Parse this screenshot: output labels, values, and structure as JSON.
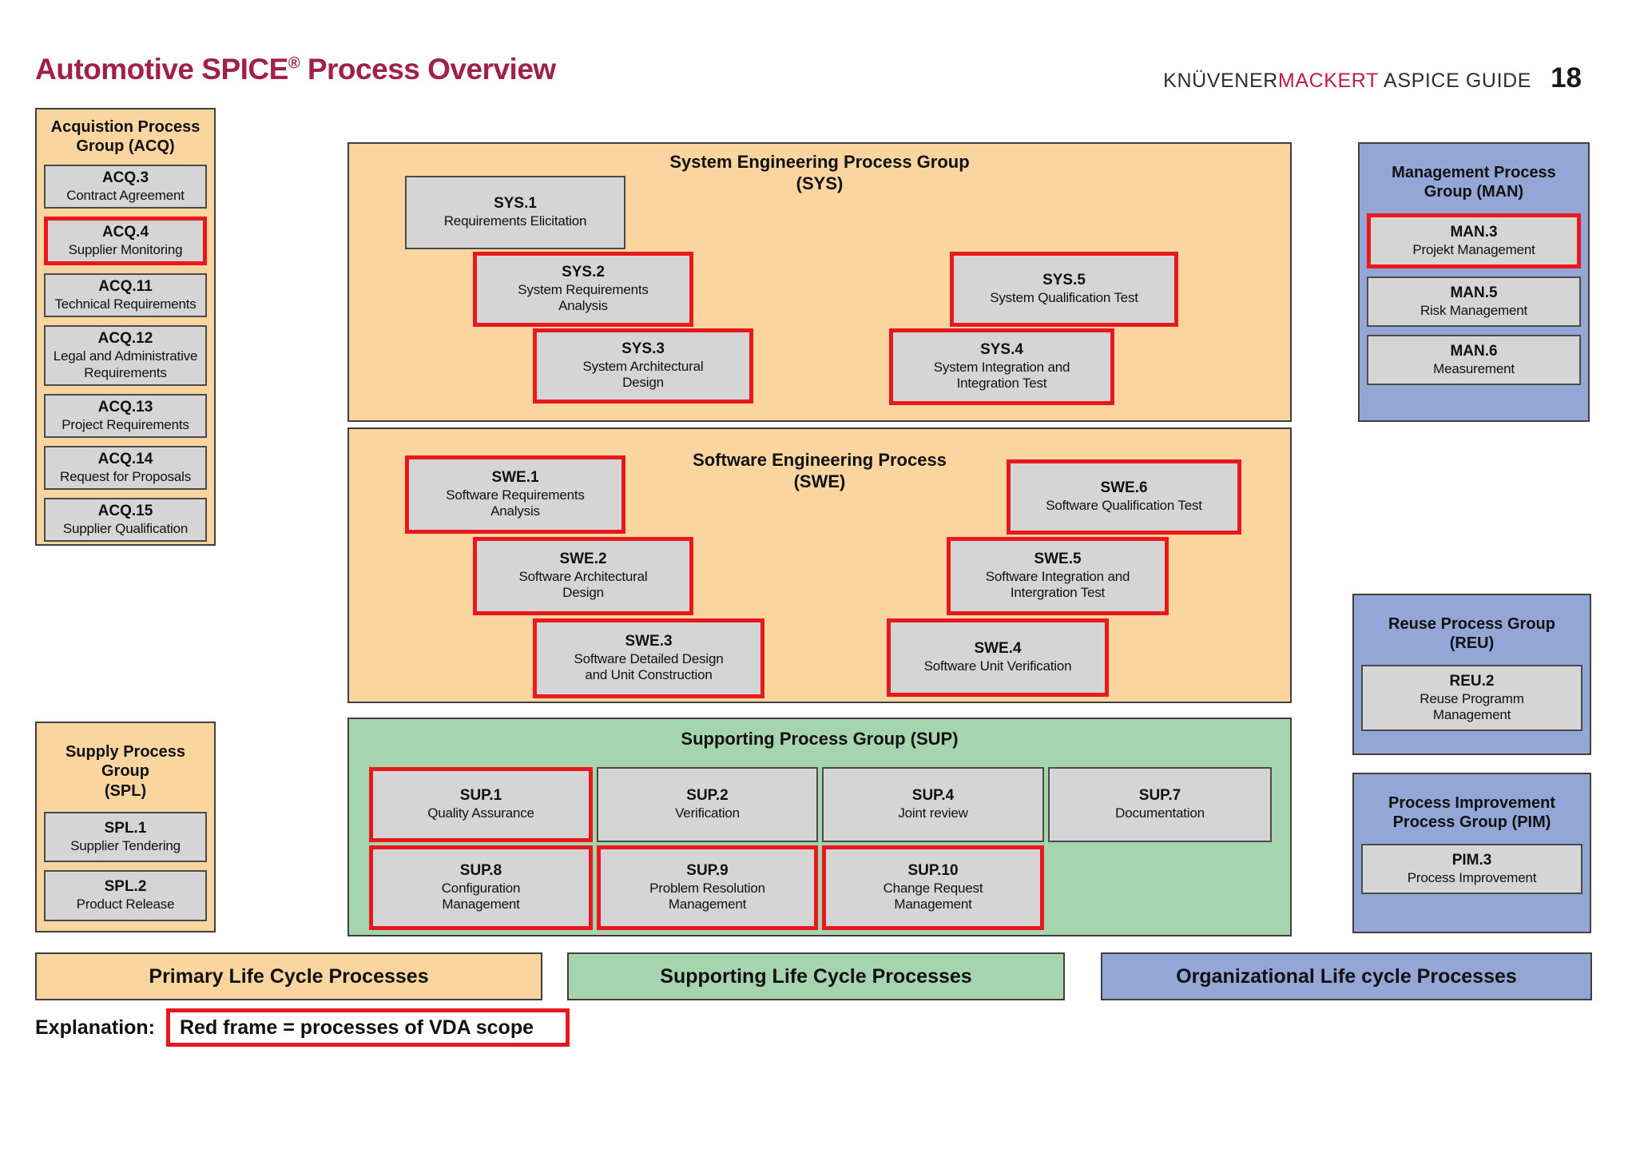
{
  "header": {
    "title_main": "Automotive SPICE",
    "title_sup": "®",
    "title_tail": " Process Overview",
    "brand_black": "KNÜVENER",
    "brand_red": "MACKERT",
    "brand_tail": " ASPICE GUIDE",
    "page_number": "18"
  },
  "colors": {
    "primary_orange": "#FAD5A0",
    "supporting_green": "#A6D4AE",
    "organizational_blue": "#93A6D6",
    "process_box_gray": "#D5D5D5",
    "vda_frame_red": "#E7191E",
    "title_crimson": "#A12048",
    "brand_red": "#C11A4B"
  },
  "groups": {
    "acq": {
      "title": [
        "Acquistion Process",
        "Group (ACQ)"
      ],
      "items": [
        {
          "code": "ACQ.3",
          "name": "Contract Agreement",
          "vda": false
        },
        {
          "code": "ACQ.4",
          "name": "Supplier Monitoring",
          "vda": true
        },
        {
          "code": "ACQ.11",
          "name": "Technical Requirements",
          "vda": false
        },
        {
          "code": "ACQ.12",
          "name": "Legal and Administrative Requirements",
          "vda": false
        },
        {
          "code": "ACQ.13",
          "name": "Project Requirements",
          "vda": false
        },
        {
          "code": "ACQ.14",
          "name": "Request for Proposals",
          "vda": false
        },
        {
          "code": "ACQ.15",
          "name": "Supplier Qualification",
          "vda": false
        }
      ]
    },
    "spl": {
      "title": [
        "Supply Process Group",
        "(SPL)"
      ],
      "items": [
        {
          "code": "SPL.1",
          "name": "Supplier Tendering",
          "vda": false
        },
        {
          "code": "SPL.2",
          "name": "Product Release",
          "vda": false
        }
      ]
    },
    "sys": {
      "title": [
        "System Engineering Process Group",
        "(SYS)"
      ],
      "items": [
        {
          "code": "SYS.1",
          "name": "Requirements Elicitation",
          "vda": false
        },
        {
          "code": "SYS.2",
          "name": "System Requirements Analysis",
          "vda": true
        },
        {
          "code": "SYS.3",
          "name": "System Architectural Design",
          "vda": true
        },
        {
          "code": "SYS.5",
          "name": "System Qualification Test",
          "vda": true
        },
        {
          "code": "SYS.4",
          "name": "System Integration and Integration Test",
          "vda": true
        }
      ]
    },
    "swe": {
      "title": [
        "Software Engineering Process",
        "(SWE)"
      ],
      "items": [
        {
          "code": "SWE.1",
          "name": "Software Requirements Analysis",
          "vda": true
        },
        {
          "code": "SWE.2",
          "name": "Software Architectural Design",
          "vda": true
        },
        {
          "code": "SWE.3",
          "name": "Software Detailed Design and Unit Construction",
          "vda": true
        },
        {
          "code": "SWE.6",
          "name": "Software Qualification Test",
          "vda": true
        },
        {
          "code": "SWE.5",
          "name": "Software Integration and Intergration Test",
          "vda": true
        },
        {
          "code": "SWE.4",
          "name": "Software Unit Verification",
          "vda": true
        }
      ]
    },
    "sup": {
      "title": [
        "Supporting Process Group (SUP)"
      ],
      "items": [
        {
          "code": "SUP.1",
          "name": "Quality Assurance",
          "vda": true
        },
        {
          "code": "SUP.2",
          "name": "Verification",
          "vda": false
        },
        {
          "code": "SUP.4",
          "name": "Joint review",
          "vda": false
        },
        {
          "code": "SUP.7",
          "name": "Documentation",
          "vda": false
        },
        {
          "code": "SUP.8",
          "name": "Configuration Management",
          "vda": true
        },
        {
          "code": "SUP.9",
          "name": "Problem Resolution Management",
          "vda": true
        },
        {
          "code": "SUP.10",
          "name": "Change Request Management",
          "vda": true
        }
      ]
    },
    "man": {
      "title": [
        "Management Process",
        "Group (MAN)"
      ],
      "items": [
        {
          "code": "MAN.3",
          "name": "Projekt Management",
          "vda": true
        },
        {
          "code": "MAN.5",
          "name": "Risk Management",
          "vda": false
        },
        {
          "code": "MAN.6",
          "name": "Measurement",
          "vda": false
        }
      ]
    },
    "reu": {
      "title": [
        "Reuse Process Group",
        "(REU)"
      ],
      "items": [
        {
          "code": "REU.2",
          "name": "Reuse Programm Management",
          "vda": false
        }
      ]
    },
    "pim": {
      "title": [
        "Process Improvement",
        "Process Group (PIM)"
      ],
      "items": [
        {
          "code": "PIM.3",
          "name": "Process Improvement",
          "vda": false
        }
      ]
    }
  },
  "legend": {
    "primary": "Primary Life Cycle Processes",
    "supporting": "Supporting Life Cycle Processes",
    "organizational": "Organizational Life cycle Processes"
  },
  "explanation": {
    "label": "Explanation:",
    "note": "Red frame = processes of VDA scope"
  }
}
